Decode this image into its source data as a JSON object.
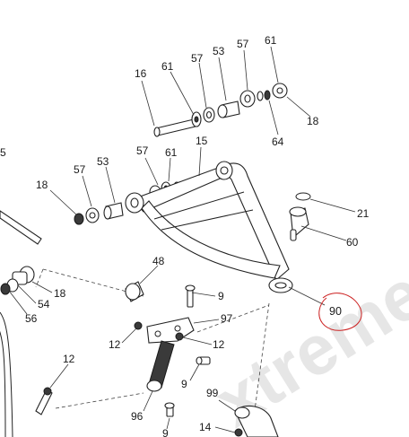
{
  "watermark": {
    "text": "xtreme",
    "color": "#e6e6e6"
  },
  "highlight_color": "#cc2222",
  "callouts": [
    {
      "id": "l16a",
      "text": "16"
    },
    {
      "id": "l61a",
      "text": "61"
    },
    {
      "id": "l57a",
      "text": "57"
    },
    {
      "id": "l53a",
      "text": "53"
    },
    {
      "id": "l57b",
      "text": "57"
    },
    {
      "id": "l61b",
      "text": "61"
    },
    {
      "id": "l18a",
      "text": "18"
    },
    {
      "id": "l64",
      "text": "64"
    },
    {
      "id": "l5",
      "text": "5"
    },
    {
      "id": "l15",
      "text": "15"
    },
    {
      "id": "l57c",
      "text": "57"
    },
    {
      "id": "l61c",
      "text": "61"
    },
    {
      "id": "l57d",
      "text": "57"
    },
    {
      "id": "l53b",
      "text": "53"
    },
    {
      "id": "l18b",
      "text": "18"
    },
    {
      "id": "l21",
      "text": "21"
    },
    {
      "id": "l60",
      "text": "60"
    },
    {
      "id": "l48",
      "text": "48"
    },
    {
      "id": "l18c",
      "text": "18"
    },
    {
      "id": "l54",
      "text": "54"
    },
    {
      "id": "l56",
      "text": "56"
    },
    {
      "id": "l9a",
      "text": "9"
    },
    {
      "id": "l90",
      "text": "90"
    },
    {
      "id": "l97",
      "text": "97"
    },
    {
      "id": "l12a",
      "text": "12"
    },
    {
      "id": "l12b",
      "text": "12"
    },
    {
      "id": "l12c",
      "text": "12"
    },
    {
      "id": "l9b",
      "text": "9"
    },
    {
      "id": "l99",
      "text": "99"
    },
    {
      "id": "l96",
      "text": "96"
    },
    {
      "id": "l14",
      "text": "14"
    },
    {
      "id": "l9c",
      "text": "9"
    }
  ]
}
